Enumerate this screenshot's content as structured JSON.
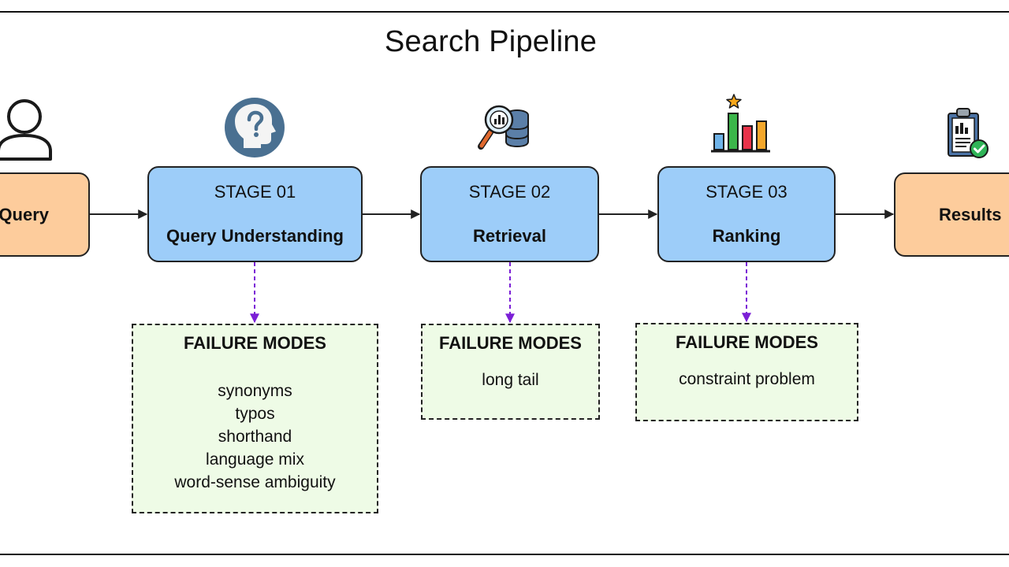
{
  "title": "Search Pipeline",
  "input": {
    "label": "Query"
  },
  "output": {
    "label": "Results"
  },
  "stages": [
    {
      "num": "STAGE 01",
      "name": "Query Understanding",
      "failure_heading": "FAILURE MODES",
      "failure_modes": [
        "synonyms",
        "typos",
        "shorthand",
        "language mix",
        "word-sense ambiguity"
      ]
    },
    {
      "num": "STAGE 02",
      "name": "Retrieval",
      "failure_heading": "FAILURE MODES",
      "failure_modes": [
        "long tail"
      ]
    },
    {
      "num": "STAGE 03",
      "name": "Ranking",
      "failure_heading": "FAILURE MODES",
      "failure_modes": [
        "constraint problem"
      ]
    }
  ],
  "icons": {
    "input": "user-icon",
    "stage_1": "question-head-icon",
    "stage_2": "database-search-icon",
    "stage_3": "ranking-bar-chart-icon",
    "output": "clipboard-check-icon"
  },
  "colors": {
    "endpoint_fill": "#fdcc9c",
    "stage_fill": "#9dcdf9",
    "failure_fill": "#eefbe6",
    "failure_arrow": "#7b1fd6"
  }
}
